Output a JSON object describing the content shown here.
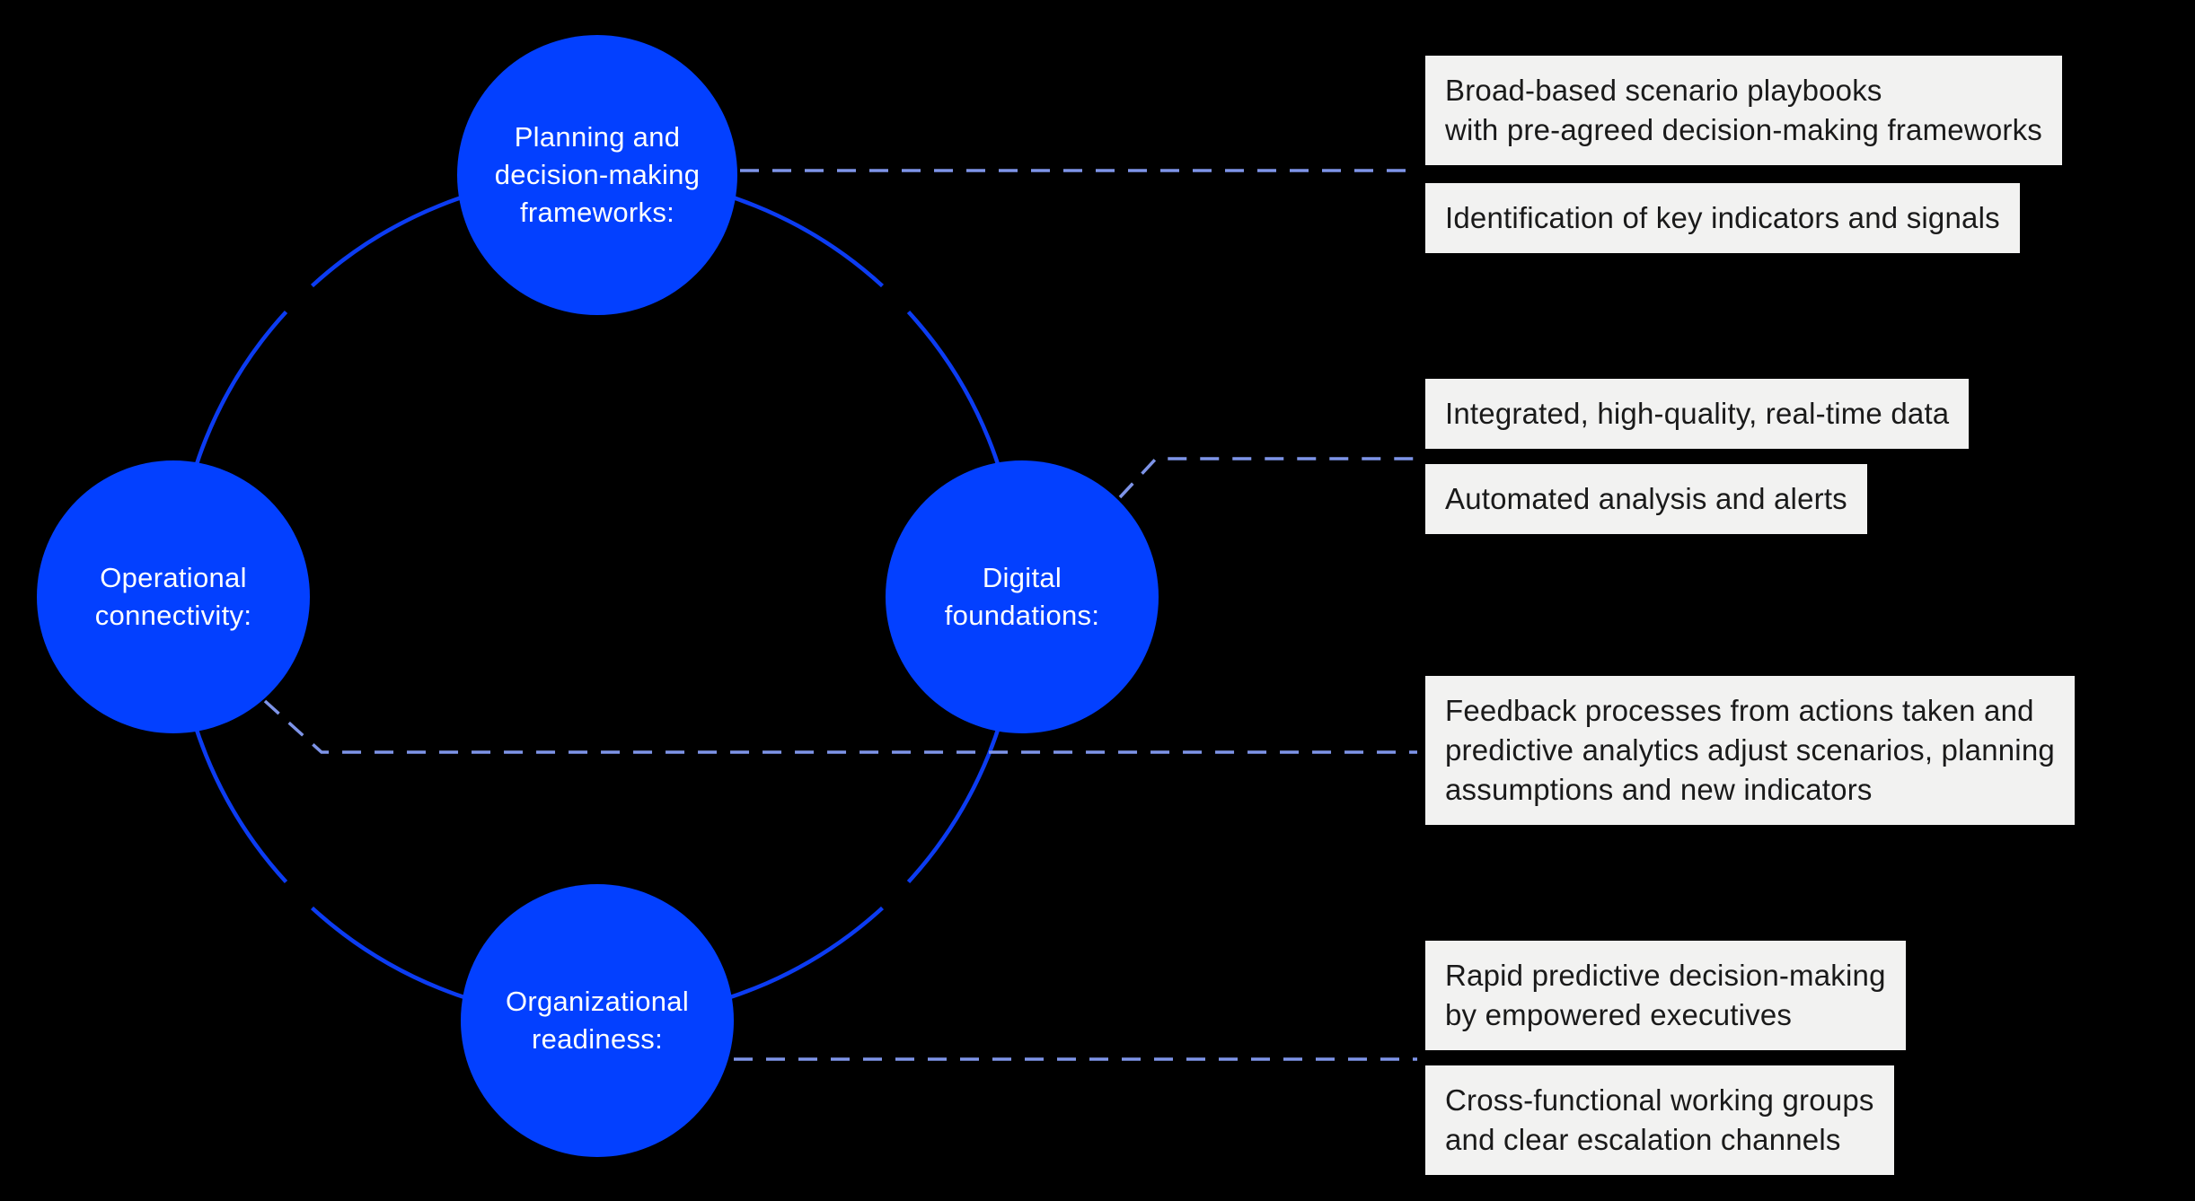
{
  "diagram": {
    "background_color": "#000000",
    "ring_color": "#0c3cf2",
    "connector_color": "#7e94e8",
    "node_fill_color": "#0340ff",
    "node_text_color": "#ffffff",
    "note_background_color": "#f2f2f1",
    "note_text_color": "#1a1a1a",
    "nodes": [
      {
        "id": "planning",
        "label": "Planning and\ndecision-making\nframeworks:"
      },
      {
        "id": "operational",
        "label": "Operational\nconnectivity:"
      },
      {
        "id": "digital",
        "label": "Digital\nfoundations:"
      },
      {
        "id": "organizational",
        "label": "Organizational\nreadiness:"
      }
    ],
    "notes": [
      {
        "for": "planning",
        "text": "Broad-based scenario playbooks\nwith pre-agreed decision-making frameworks"
      },
      {
        "for": "planning",
        "text": "Identification of key indicators and signals"
      },
      {
        "for": "digital",
        "text": "Integrated, high-quality, real-time data"
      },
      {
        "for": "digital",
        "text": "Automated analysis and alerts"
      },
      {
        "for": "operational",
        "text": "Feedback processes from actions taken and\npredictive analytics adjust scenarios, planning\nassumptions and new indicators"
      },
      {
        "for": "organizational",
        "text": "Rapid predictive decision-making\nby empowered executives"
      },
      {
        "for": "organizational",
        "text": "Cross-functional working groups\nand clear escalation channels"
      }
    ]
  }
}
